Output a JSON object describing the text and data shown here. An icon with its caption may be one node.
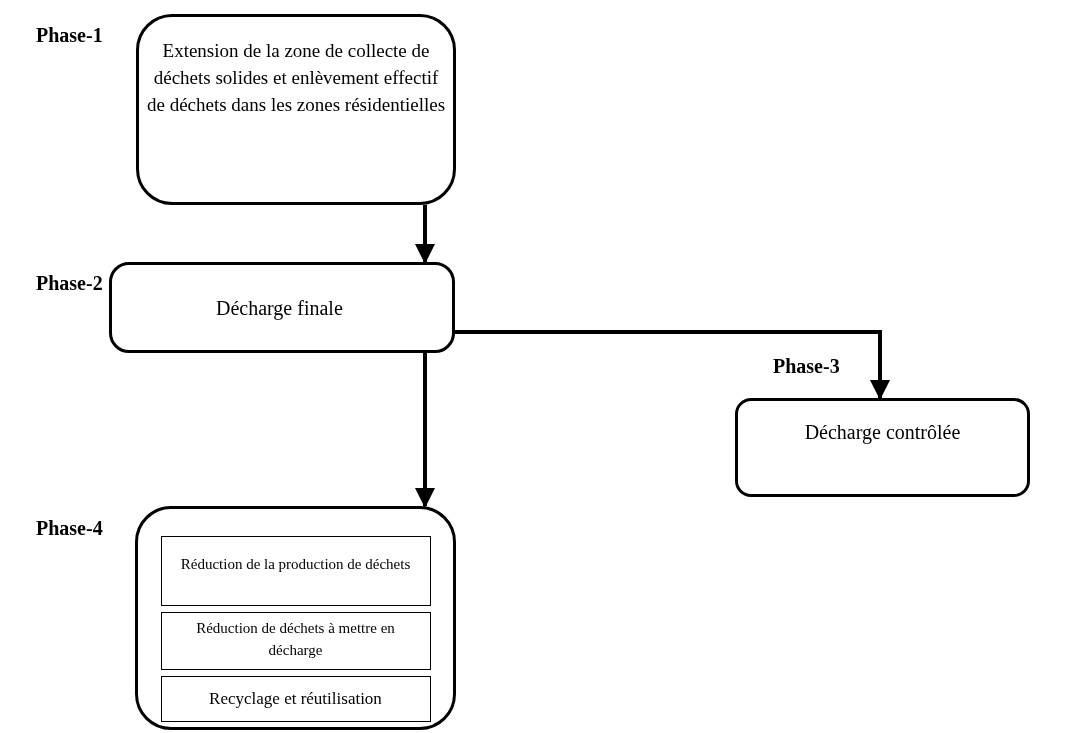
{
  "diagram": {
    "nodes": [
      {
        "text": [
          "Extension de la zone de collecte de déchets solides et enlèvement effectif de déchets dans les zones résidentielles"
        ],
        "beside": [
          "Phase-1"
        ]
      },
      {
        "text": [
          "Décharge finale"
        ],
        "beside": [
          "Phase-2"
        ]
      },
      {
        "text": [
          "Décharge contrôlée"
        ],
        "beside": [
          "Phase-3"
        ]
      },
      {
        "text": [],
        "shape": "box",
        "beside": [
          "Phase-4"
        ]
      },
      {
        "text": [
          "Réduction de la production de déchets"
        ],
        "in": 3
      },
      {
        "text": [
          "Réduction de déchets à mettre en décharge"
        ],
        "in": 3
      },
      {
        "text": [
          "Recyclage et réutilisation"
        ],
        "in": 3
      }
    ],
    "edges": [
      {
        "from": 0,
        "to": 1,
        "arrow": "to"
      },
      {
        "from": 1,
        "to": 3,
        "arrow": "to"
      },
      {
        "from": 1,
        "to": 2,
        "arrow": "to"
      }
    ]
  }
}
